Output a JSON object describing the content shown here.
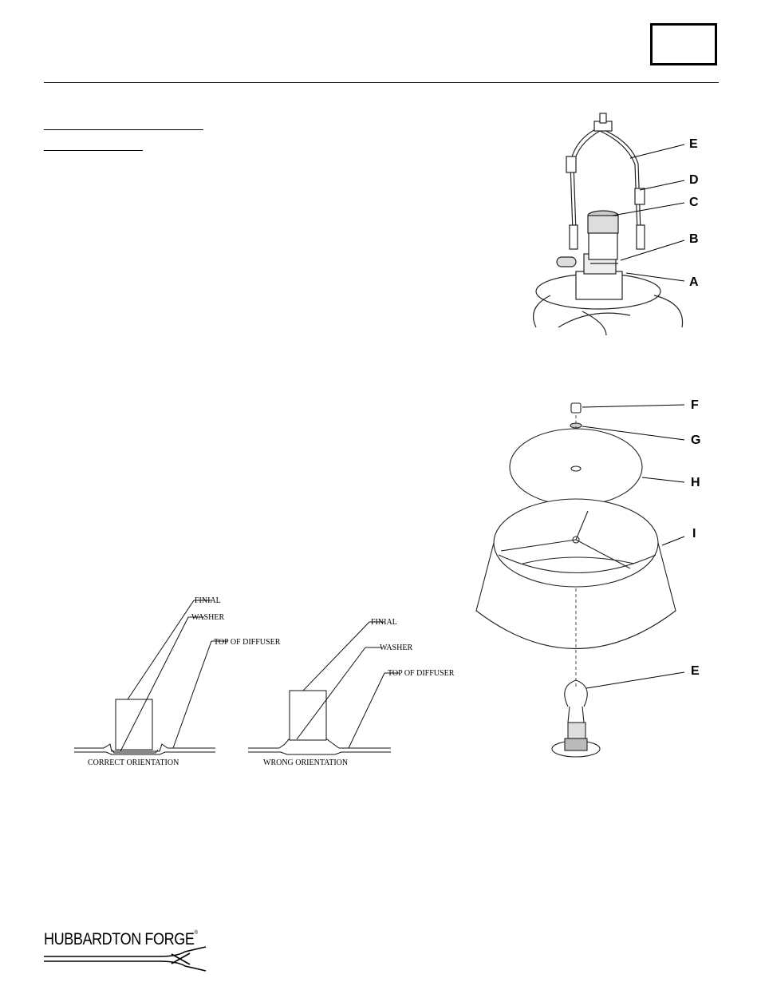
{
  "figure1": {
    "callouts": [
      "E",
      "D",
      "C",
      "B",
      "A"
    ]
  },
  "figure2": {
    "callouts": [
      "F",
      "G",
      "H",
      "I",
      "E"
    ]
  },
  "detail": {
    "correct": {
      "finial": "FINIAL",
      "washer": "WASHER",
      "top": "TOP OF DIFFUSER",
      "caption": "CORRECT ORIENTATION"
    },
    "wrong": {
      "finial": "FINIAL",
      "washer": "WASHER",
      "top": "TOP OF DIFFUSER",
      "caption": "WRONG ORIENTATION"
    }
  },
  "footer": {
    "brand": "HUBBARDTON FORGE",
    "reg": "®"
  }
}
